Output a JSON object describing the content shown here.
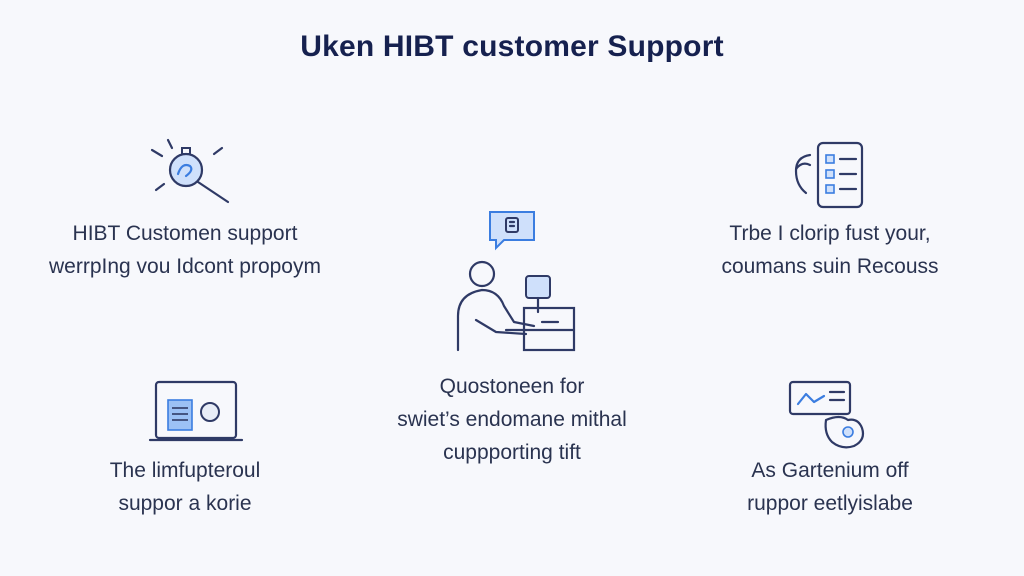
{
  "header": {
    "title": "Uken HIBT customer Support"
  },
  "features": [
    {
      "icon": "magnifier-icon",
      "lines": [
        "HIBT Customen support",
        "werrpIng vou Idcont propoym"
      ]
    },
    {
      "icon": "checklist-document-icon",
      "lines": [
        "Trbe I clorip fust your,",
        "coumans suin Recouss"
      ]
    },
    {
      "icon": "support-agent-desk-icon",
      "lines": [
        "Quostoneen for",
        "swiet’s endomane mithal",
        "cuppporting tift"
      ]
    },
    {
      "icon": "laptop-icon",
      "lines": [
        "The limfupteroul",
        "suppor a korie"
      ]
    },
    {
      "icon": "hand-card-icon",
      "lines": [
        "As Gartenium off",
        "ruppor eetlyislabe"
      ]
    }
  ],
  "colors": {
    "accent": "#3b7de0",
    "ink": "#16214f",
    "background": "#f7f8fc"
  }
}
